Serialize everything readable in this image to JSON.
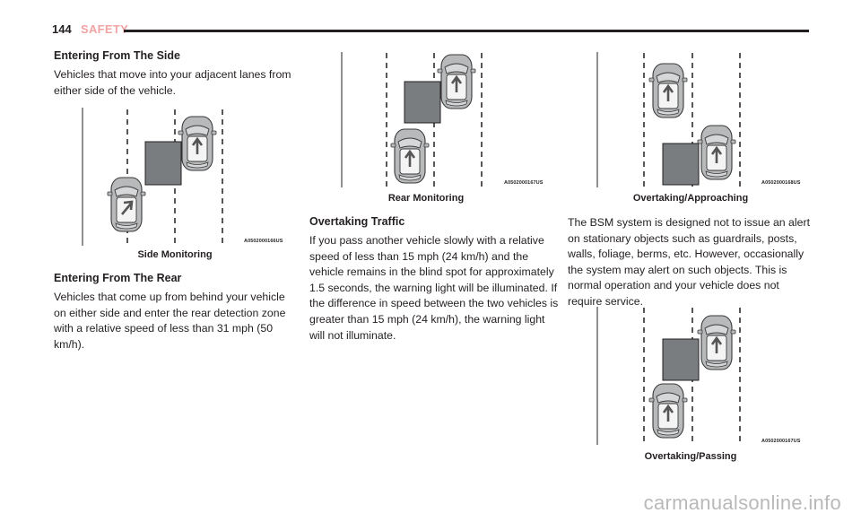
{
  "header": {
    "page_number": "144",
    "section": "SAFETY"
  },
  "col1": {
    "heading1": "Entering From The Side",
    "para1": "Vehicles that move into your adjacent lanes from either side of the vehicle.",
    "fig1": {
      "code": "A0502000166US",
      "caption": "Side Monitoring"
    },
    "heading2": "Entering From The Rear",
    "para2": "Vehicles that come up from behind your vehicle on either side and enter the rear detection zone with a relative speed of less than 31 mph (50 km/h)."
  },
  "col2": {
    "fig2": {
      "code": "A0502000167US",
      "caption": "Rear Monitoring"
    },
    "heading": "Overtaking Traffic",
    "para": "If you pass another vehicle slowly with a relative speed of less than 15 mph (24 km/h) and the vehicle remains in the blind spot for approximately 1.5 seconds, the warning light will be illuminated. If the difference in speed between the two vehicles is greater than 15 mph (24 km/h), the warning light will not illuminate."
  },
  "col3": {
    "fig3": {
      "code": "A0502000168US",
      "caption": "Overtaking/Approaching"
    },
    "para": "The BSM system is designed not to issue an alert on stationary objects such as guardrails, posts, walls, foliage, berms, etc. However, occasionally the system may alert on such objects. This is normal operation and your vehicle does not require service.",
    "fig4": {
      "code": "A0502000167US",
      "caption": "Overtaking/Passing"
    }
  },
  "watermark": "carmanualsonline.info",
  "colors": {
    "text": "#231f20",
    "section": "#f2a3a3",
    "zone": "#7a7d80",
    "car": "#b7b9bb"
  }
}
